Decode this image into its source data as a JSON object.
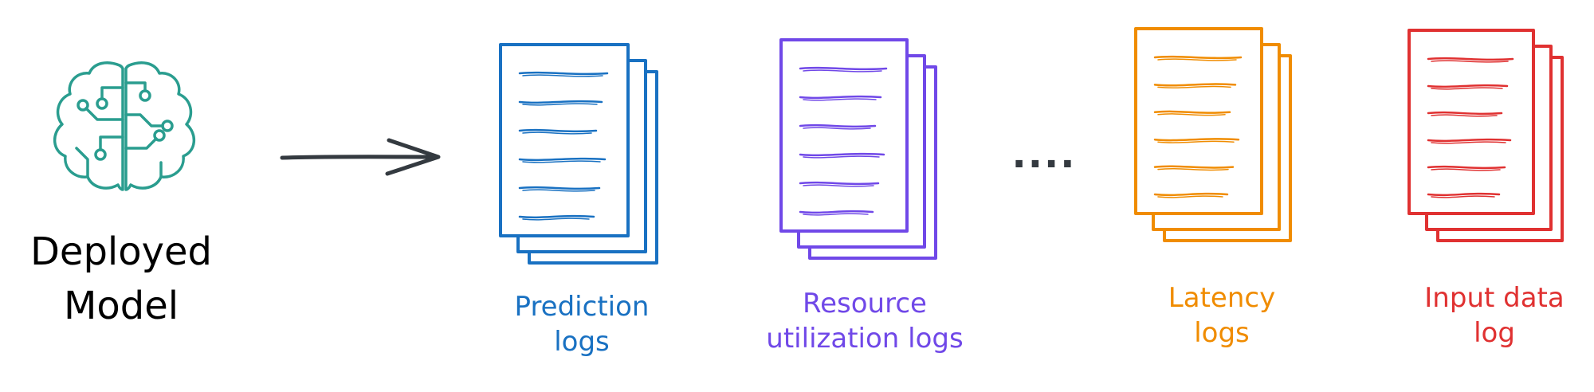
{
  "model": {
    "label_line1": "Deployed",
    "label_line2": "Model",
    "icon": "brain-circuit-icon",
    "color": "#2a9d8f"
  },
  "arrow": {
    "icon": "arrow-right-icon",
    "color": "#343a40"
  },
  "ellipsis": {
    "text": "....",
    "color": "#343a40"
  },
  "logs": [
    {
      "line1": "Prediction",
      "line2": "logs",
      "color": "#1971c2",
      "icon": "document-stack-icon"
    },
    {
      "line1": "Resource",
      "line2": "utilization logs",
      "color": "#7048e8",
      "icon": "document-stack-icon"
    },
    {
      "line1": "Latency",
      "line2": "logs",
      "color": "#f08c00",
      "icon": "document-stack-icon"
    },
    {
      "line1": "Input data",
      "line2": "log",
      "color": "#e03131",
      "icon": "document-stack-icon"
    }
  ]
}
